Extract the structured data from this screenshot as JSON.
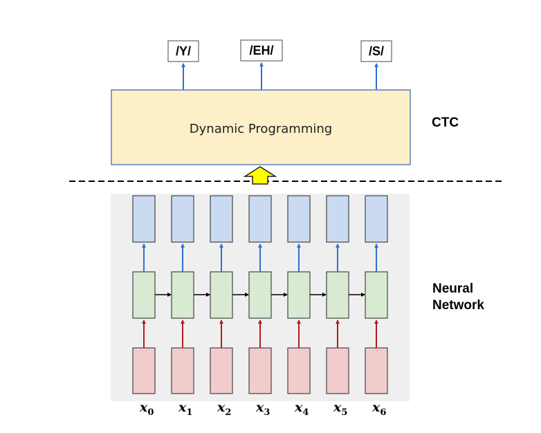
{
  "outputs": [
    "/Y/",
    "/EH/",
    "/S/"
  ],
  "dp_box": {
    "label": "Dynamic Programming",
    "fill": "#fdefc8",
    "stroke": "#5b7bc4"
  },
  "ctc_label": "CTC",
  "nn_label": [
    "Neural",
    "Network"
  ],
  "inputs": [
    {
      "base": "x",
      "sub": "0"
    },
    {
      "base": "x",
      "sub": "1"
    },
    {
      "base": "x",
      "sub": "2"
    },
    {
      "base": "x",
      "sub": "3"
    },
    {
      "base": "x",
      "sub": "4"
    },
    {
      "base": "x",
      "sub": "5"
    },
    {
      "base": "x",
      "sub": "6"
    }
  ],
  "colors": {
    "output_cell": "#c9daf1",
    "hidden_cell": "#d9ead3",
    "input_cell": "#f2cccc",
    "blue_arrow": "#2e6fd1",
    "red_arrow": "#b01c1c",
    "panel": "#efefef",
    "up_arrow_fill": "#ffff00"
  }
}
